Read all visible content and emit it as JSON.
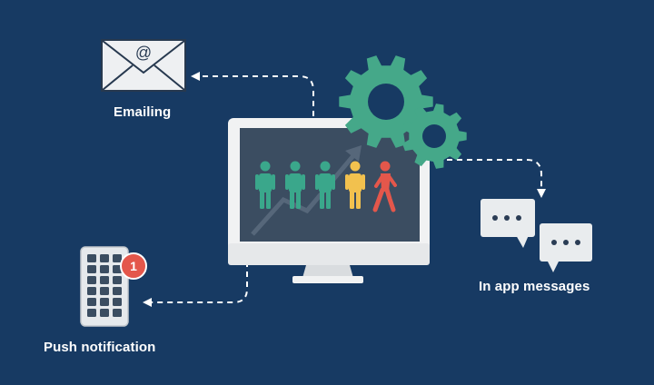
{
  "labels": {
    "email": "Emailing",
    "push": "Push notification",
    "in_app": "In app messages"
  },
  "email_symbol": "@",
  "badge_count": "1",
  "icons": {
    "email": "envelope-icon",
    "push": "phone-keypad-icon",
    "in_app": "chat-bubbles-icon",
    "center": "monitor-icon",
    "gears": "gears-icon"
  },
  "people": [
    {
      "color": "#3aa78b",
      "pose": "standing"
    },
    {
      "color": "#3aa78b",
      "pose": "standing"
    },
    {
      "color": "#3aa78b",
      "pose": "standing"
    },
    {
      "color": "#f2c14e",
      "pose": "standing"
    },
    {
      "color": "#e4574b",
      "pose": "walking"
    }
  ],
  "colors": {
    "background": "#173a63",
    "gear": "#45a889",
    "badge": "#e4574b",
    "screen": "#3b4d61"
  }
}
